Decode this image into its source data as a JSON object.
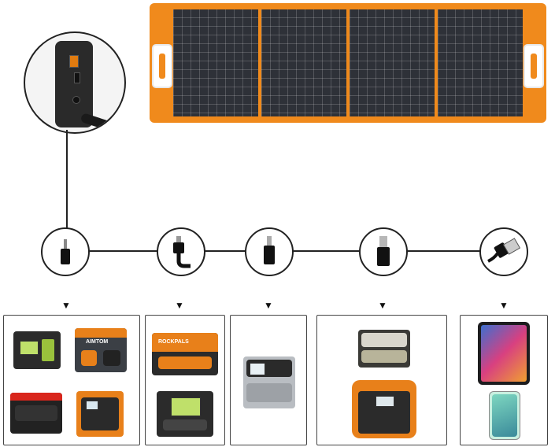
{
  "panel": {
    "frame_color": "#f08a1c",
    "cell_color": "#2e3138",
    "cell_groups": 4
  },
  "zoom": {
    "subject": "junction-box"
  },
  "connectors": [
    {
      "name": "dc-plug-small",
      "icon": "dc-plug-icon"
    },
    {
      "name": "dc-plug-angled",
      "icon": "dc-plug-icon"
    },
    {
      "name": "dc-plug-medium",
      "icon": "dc-plug-icon"
    },
    {
      "name": "dc-plug-large",
      "icon": "dc-plug-icon"
    },
    {
      "name": "usb-a",
      "icon": "usb-icon"
    }
  ],
  "arrow_glyph": "▼",
  "groups": {
    "g1": {
      "brand_label": "AIMTOM"
    },
    "g2": {
      "brand_label": "ROCKPALS"
    },
    "g3": {},
    "g4": {},
    "g5": {}
  },
  "colors": {
    "accent": "#f08a1c",
    "line": "#222222",
    "dark": "#2a2a2a"
  }
}
